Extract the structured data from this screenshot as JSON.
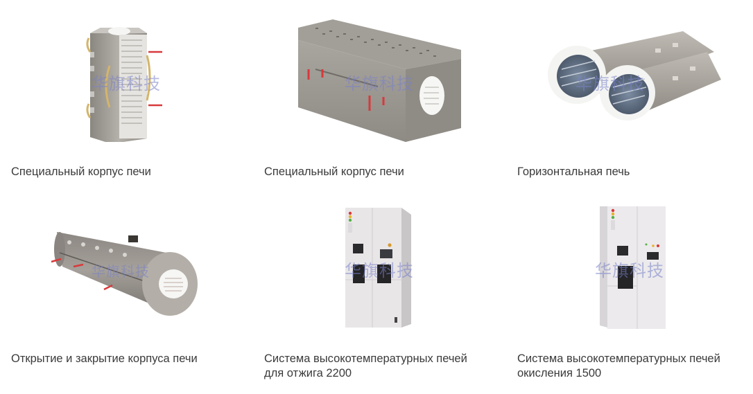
{
  "products": [
    {
      "title": "Специальный корпус печи",
      "watermark": "华旗科技"
    },
    {
      "title": "Специальный корпус печи",
      "watermark": "华旗科技"
    },
    {
      "title": "Горизонтальная печь",
      "watermark": "华旗科技"
    },
    {
      "title": "Открытие и закрытие корпуса печи",
      "watermark": "华旗科技"
    },
    {
      "title_line1": "Система высокотемпературных печей",
      "title_line2": "для отжига 2200",
      "watermark": "华旗科技"
    },
    {
      "title_line1": "Система высокотемпературных печей",
      "title_line2": "окисления 1500",
      "watermark": "华旗科技"
    }
  ],
  "colors": {
    "steel": "#9c9890",
    "steel_dark": "#7d7972",
    "ceramic": "#f4f4f2",
    "clamp_red": "#d8393b",
    "cabinet": "#e9e6e8",
    "title_text": "#3a3a3a"
  }
}
